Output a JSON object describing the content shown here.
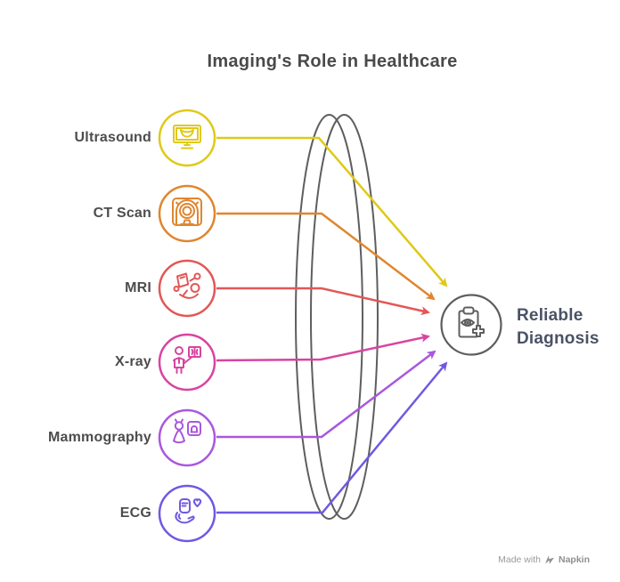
{
  "title": "Imaging's Role in Healthcare",
  "modalities": [
    {
      "label": "Ultrasound",
      "color": "#e0c918",
      "icon": "ultrasound-monitor-icon"
    },
    {
      "label": "CT Scan",
      "color": "#e0862e",
      "icon": "ct-scanner-icon"
    },
    {
      "label": "MRI",
      "color": "#e25757",
      "icon": "mri-machine-icon"
    },
    {
      "label": "X-ray",
      "color": "#d844a0",
      "icon": "xray-viewing-icon"
    },
    {
      "label": "Mammography",
      "color": "#a958dd",
      "icon": "mammography-screen-icon"
    },
    {
      "label": "ECG",
      "color": "#7158e2",
      "icon": "ecg-monitor-icon"
    }
  ],
  "outcome": {
    "label_line1": "Reliable",
    "label_line2": "Diagnosis",
    "icon": "clipboard-eye-plus-icon"
  },
  "colors": {
    "diagram_gray": "#5e5e5e",
    "title_text": "#4a4a4a",
    "label_text": "#4d4d4d",
    "outcome_text": "#4b5266",
    "watermark_text": "#8f8f8f",
    "background": "#ffffff"
  },
  "watermark": {
    "prefix": "Made with",
    "brand": "Napkin"
  }
}
